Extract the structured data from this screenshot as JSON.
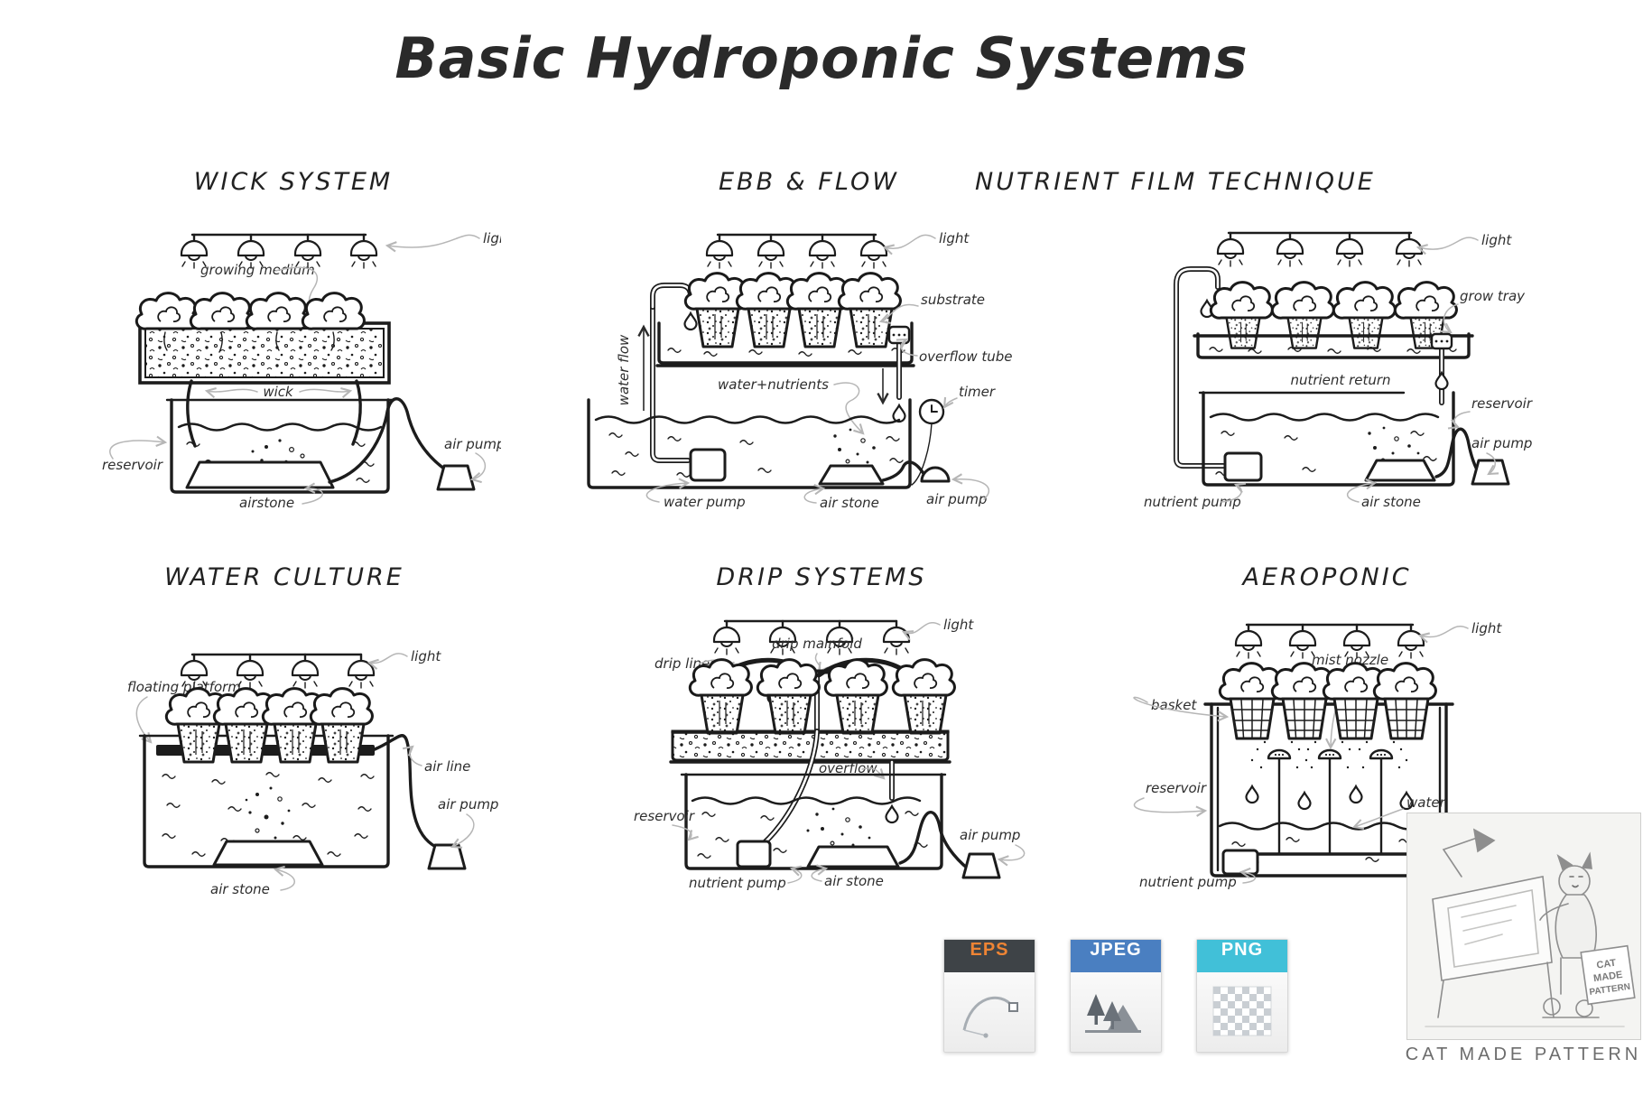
{
  "page": {
    "title": "Basic Hydroponic Systems"
  },
  "panels": {
    "wick": {
      "title": "WICK SYSTEM",
      "labels": {
        "light": "light",
        "growing_medium": "growing medium",
        "wick": "wick",
        "reservoir": "reservoir",
        "airstone": "airstone",
        "air_pump": "air pump"
      }
    },
    "ebb_flow": {
      "title": "EBB & FLOW",
      "labels": {
        "light": "light",
        "substrate": "substrate",
        "overflow_tube": "overflow tube",
        "timer": "timer",
        "water_flow": "water flow",
        "water_nutrients": "water+nutrients",
        "water_pump": "water pump",
        "air_stone": "air stone",
        "air_pump": "air pump"
      }
    },
    "nft": {
      "title": "NUTRIENT FILM TECHNIQUE",
      "labels": {
        "light": "light",
        "grow_tray": "grow tray",
        "nutrient_return": "nutrient return",
        "reservoir": "reservoir",
        "air_pump": "air pump",
        "nutrient_pump": "nutrient pump",
        "air_stone": "air stone"
      }
    },
    "water_culture": {
      "title": "WATER CULTURE",
      "labels": {
        "light": "light",
        "floating_platform": "floating platform",
        "air_line": "air line",
        "air_pump": "air pump",
        "air_stone": "air stone"
      }
    },
    "drip": {
      "title": "DRIP SYSTEMS",
      "labels": {
        "light": "light",
        "drip_mainfold": "drip mainfold",
        "drip_lines": "drip lines",
        "overflow": "overflow",
        "reservoir": "reservoir",
        "nutrient_pump": "nutrient pump",
        "air_stone": "air stone",
        "air_pump": "air pump"
      }
    },
    "aeroponic": {
      "title": "AEROPONIC",
      "labels": {
        "light": "light",
        "mist_nozzle": "mist nozzle",
        "basket": "basket",
        "reservoir": "reservoir",
        "water": "water",
        "nutrient_pump": "nutrient pump"
      }
    }
  },
  "badges": [
    {
      "format": "EPS",
      "header_bg": "#3e4347",
      "text_color": "#ee8434",
      "icon": "bezier-curve-icon"
    },
    {
      "format": "JPEG",
      "header_bg": "#4a7fc1",
      "text_color": "#ffffff",
      "icon": "image-mountains-icon"
    },
    {
      "format": "PNG",
      "header_bg": "#41c0d8",
      "text_color": "#ffffff",
      "icon": "transparency-checkerboard-icon"
    }
  ],
  "watermark": {
    "caption": "CAT MADE PATTERN",
    "sign_lines": [
      "CAT",
      "MADE",
      "PATTERN"
    ]
  },
  "colors": {
    "ink": "#1c1c1c",
    "leader": "#b6b6b6",
    "background": "#ffffff",
    "eps_accent": "#ee8434",
    "jpeg_accent": "#4a7fc1",
    "png_accent": "#41c0d8"
  }
}
